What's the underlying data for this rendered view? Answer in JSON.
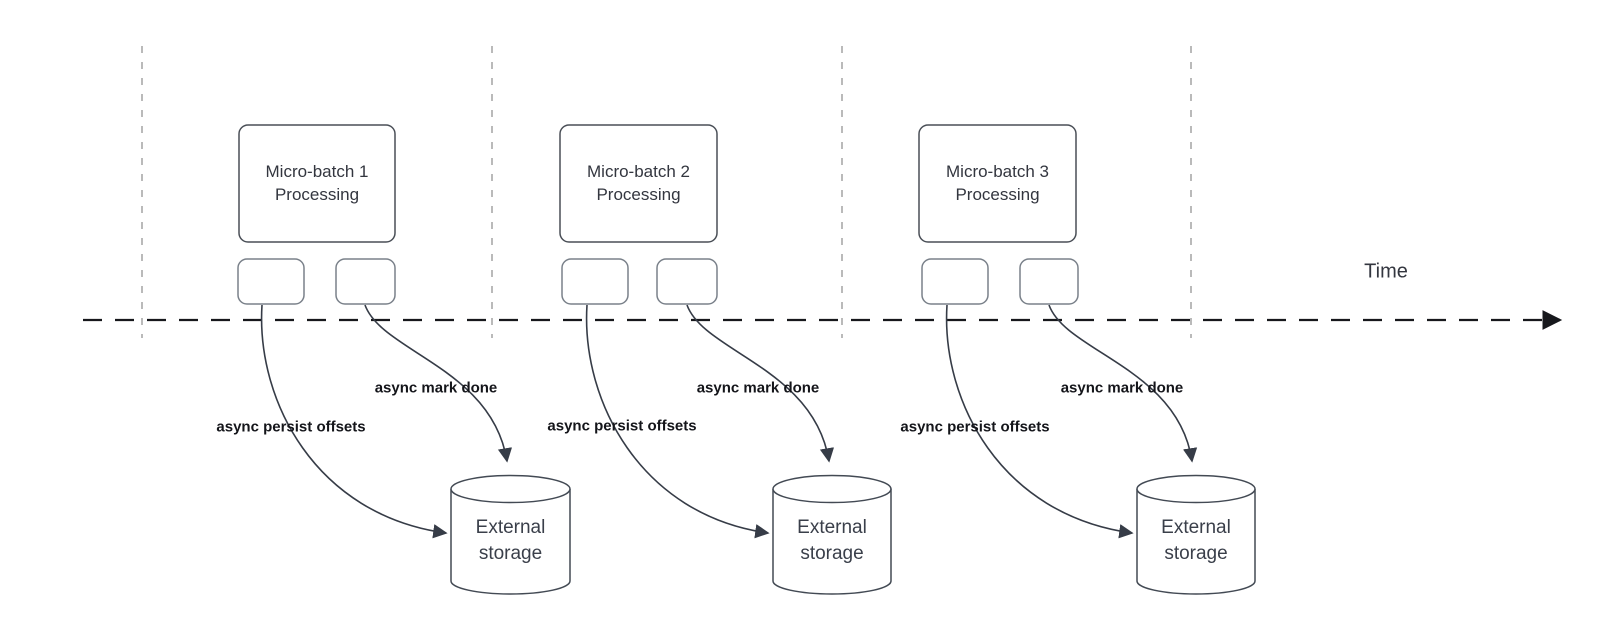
{
  "timeline": {
    "label": "Time"
  },
  "batches": [
    {
      "processing_label": "Micro-batch 1 Processing",
      "persist_offsets_label": "async persist offsets",
      "mark_done_label": "async mark done",
      "storage_label": "External storage"
    },
    {
      "processing_label": "Micro-batch 2 Processing",
      "persist_offsets_label": "async persist offsets",
      "mark_done_label": "async mark done",
      "storage_label": "External storage"
    },
    {
      "processing_label": "Micro-batch 3 Processing",
      "persist_offsets_label": "async persist offsets",
      "mark_done_label": "async mark done",
      "storage_label": "External storage"
    }
  ],
  "colors": {
    "shape_stroke": "#4a4f57",
    "task_box_stroke": "#7a818a",
    "arrow": "#363c47",
    "guide_line": "#a9a9a9",
    "timeline_line": "#17181c",
    "box_text": "#33363f",
    "label_text": "#14151a"
  }
}
